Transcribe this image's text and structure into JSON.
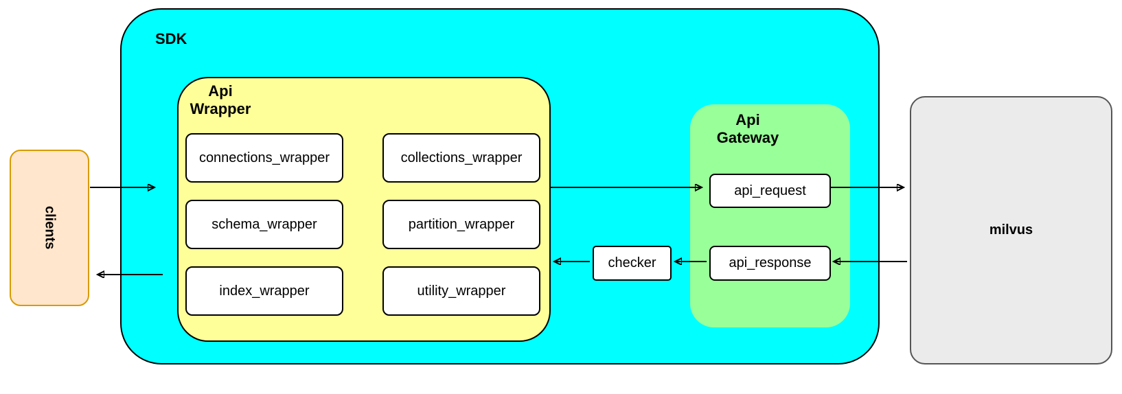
{
  "nodes": {
    "clients": "clients",
    "sdk": "SDK",
    "api_wrapper": {
      "line1": "Api",
      "line2": "Wrapper"
    },
    "wrappers": {
      "connections": "connections_wrapper",
      "collections": "collections_wrapper",
      "schema": "schema_wrapper",
      "partition": "partition_wrapper",
      "index": "index_wrapper",
      "utility": "utility_wrapper"
    },
    "checker": "checker",
    "api_gateway": {
      "line1": "Api",
      "line2": "Gateway"
    },
    "api_request": "api_request",
    "api_response": "api_response",
    "milvus": "milvus"
  },
  "colors": {
    "sdk_fill": "#00FFFF",
    "api_wrapper_fill": "#FFFF99",
    "api_gateway_fill": "#99FF99",
    "clients_fill": "#FFE6CC",
    "clients_border": "#D79B00",
    "milvus_fill": "#EBEBEB",
    "box_fill": "#FFFFFF",
    "line": "#000000"
  }
}
